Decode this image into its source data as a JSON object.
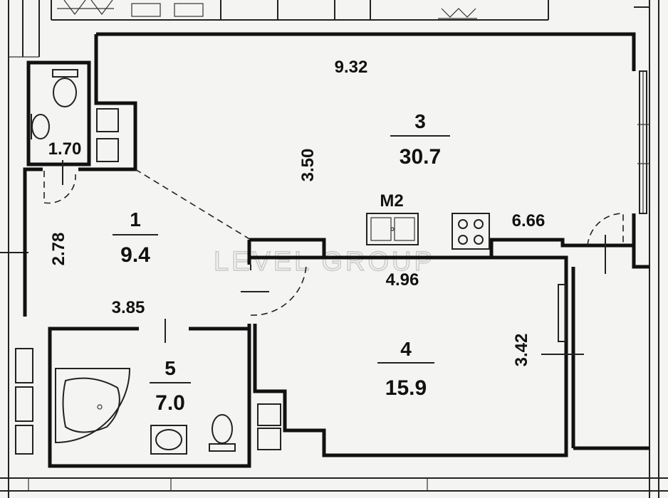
{
  "rooms": [
    {
      "number": "1",
      "area": "9.4"
    },
    {
      "number": "3",
      "area": "30.7"
    },
    {
      "number": "4",
      "area": "15.9"
    },
    {
      "number": "5",
      "area": "7.0"
    }
  ],
  "dimensions": {
    "living_width": "9.32",
    "living_depth": "3.50",
    "kitchen_length": "6.66",
    "room4_width": "4.96",
    "room4_depth": "3.42",
    "hall_depth": "2.78",
    "hall_width": "3.85",
    "wc_width": "1.70"
  },
  "labels": {
    "meter": "M2"
  },
  "watermark": "LEVEL GROUP"
}
